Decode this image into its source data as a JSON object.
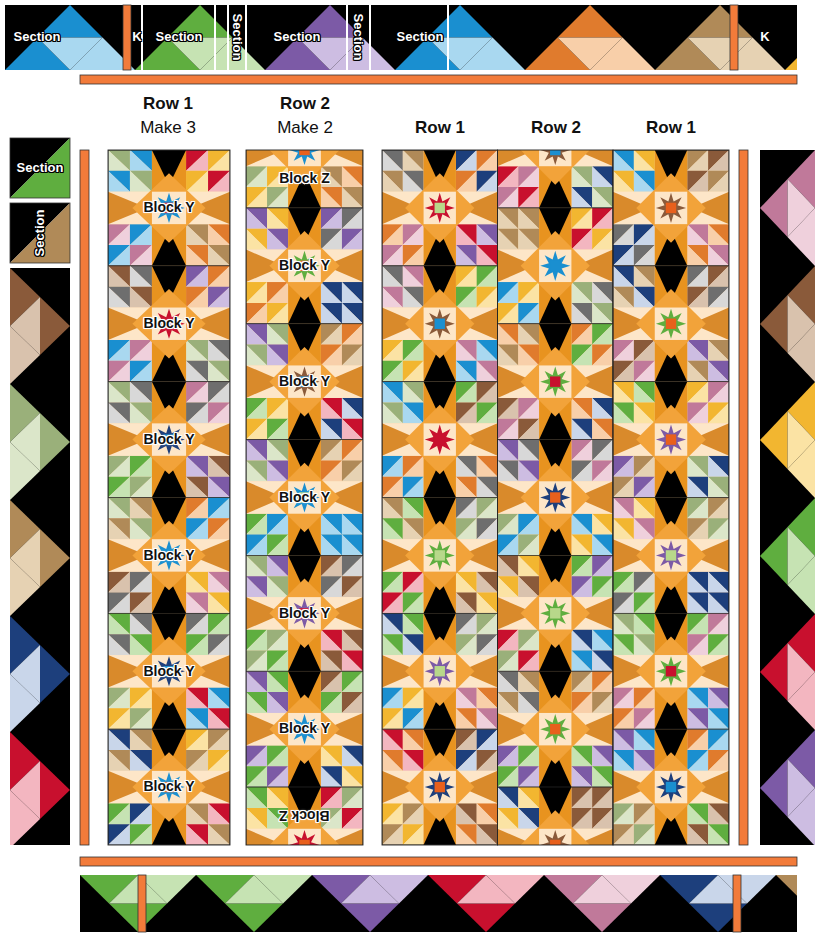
{
  "diagram": {
    "nodes": [
      {
        "text": [
          "Block Y"
        ]
      },
      {
        "text": [
          "Block Y"
        ]
      },
      {
        "text": [
          "Block Y"
        ]
      },
      {
        "text": [
          "Block Y"
        ]
      },
      {
        "text": [
          "Block Y"
        ]
      },
      {
        "text": [
          "Block Y"
        ]
      },
      {
        "text": [
          "Block Z"
        ]
      },
      {
        "text": [
          "Block Y"
        ]
      },
      {
        "text": [
          "Block Y"
        ]
      },
      {
        "text": [
          "Block Y"
        ]
      },
      {
        "text": [
          "Block Y"
        ]
      },
      {
        "text": [
          "Block Y"
        ]
      },
      {
        "text": [
          "Block Z"
        ]
      }
    ],
    "labels": [
      "Section",
      "K",
      "Section",
      "Section",
      "Section",
      "Section",
      "Section",
      "K",
      "Row 1",
      "Make 3",
      "Row 2",
      "Make 2",
      "Row 1",
      "Row 2",
      "Row 1",
      "Section",
      "Section"
    ]
  }
}
